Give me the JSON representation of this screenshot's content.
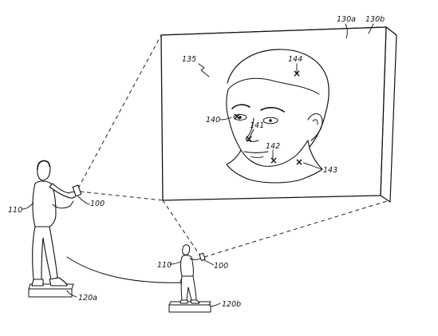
{
  "labels": {
    "screen_front": "130a",
    "screen_back": "130b",
    "image": "135",
    "point_eye": "140",
    "point_nose": "141",
    "point_chin": "142",
    "point_neck": "143",
    "point_head": "144",
    "person_large": "110",
    "device_large": "100",
    "platform_large": "120a",
    "person_small": "110",
    "device_small": "100",
    "platform_small": "120b"
  },
  "marks": {
    "x": "×"
  },
  "colors": {
    "ink": "#111111",
    "background": "#ffffff"
  }
}
